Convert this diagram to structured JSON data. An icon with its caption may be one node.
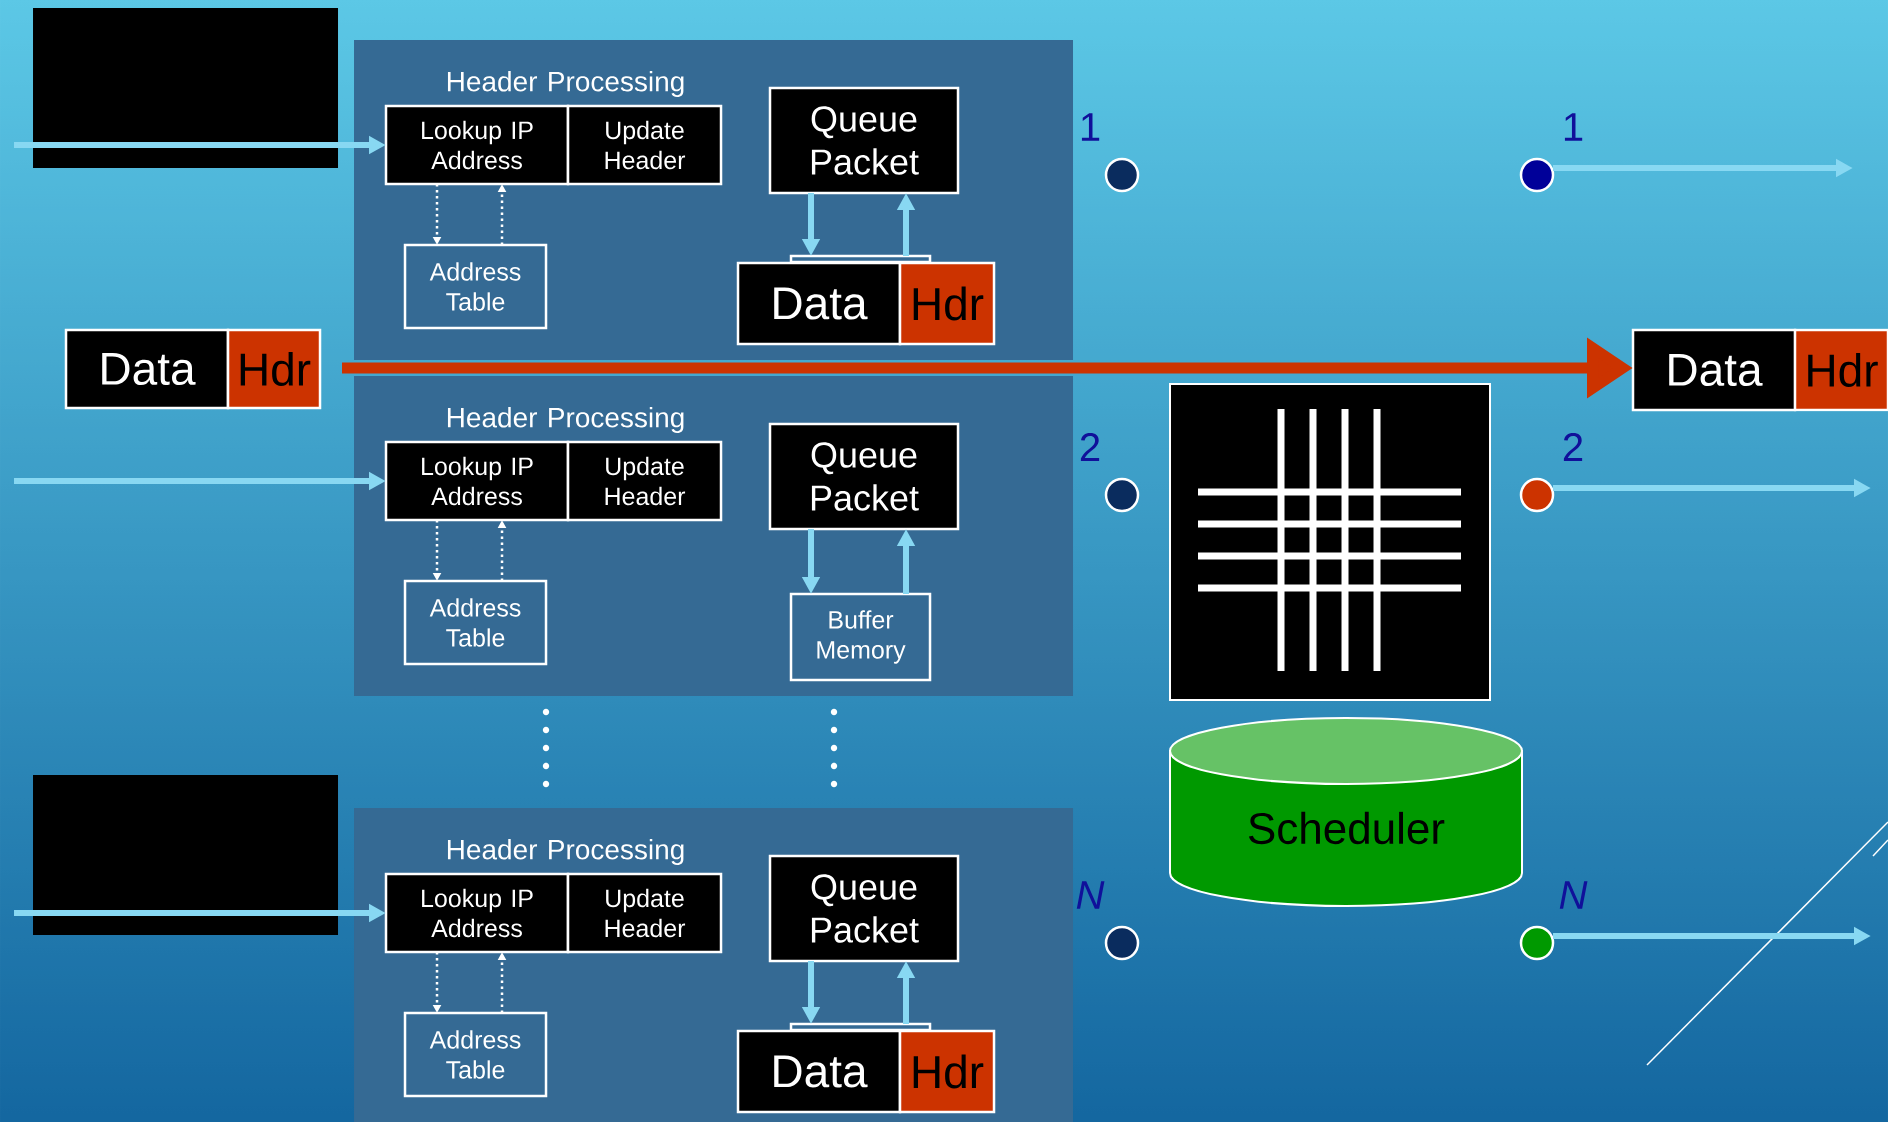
{
  "diagram": {
    "nodes": [
      {
        "text": [],
        "shape": "box"
      },
      {
        "text": [
          "Header Processing",
          "Lookup IP Address",
          "Update Header"
        ],
        "in": 0
      },
      {
        "text": [
          "Address Table"
        ],
        "in": 0
      },
      {
        "text": [
          "Queue Packet"
        ],
        "in": 0
      },
      {
        "text": [],
        "shape": "box",
        "in": 0
      },
      {
        "text": [
          "Data",
          "Hdr"
        ],
        "in": 0
      },
      {
        "text": [],
        "shape": "box"
      },
      {
        "text": [
          "Header Processing",
          "Lookup IP Address",
          "Update Header"
        ],
        "in": 6
      },
      {
        "text": [
          "Address Table"
        ],
        "in": 6
      },
      {
        "text": [
          "Queue Packet"
        ],
        "in": 6
      },
      {
        "text": [
          "Buffer Memory"
        ],
        "in": 6
      },
      {
        "text": [],
        "shape": "box"
      },
      {
        "text": [
          "Header Processing",
          "Lookup IP Address",
          "Update Header"
        ],
        "in": 11
      },
      {
        "text": [
          "Address Table"
        ],
        "in": 11
      },
      {
        "text": [
          "Queue Packet"
        ],
        "in": 11
      },
      {
        "text": [],
        "shape": "box",
        "in": 11
      },
      {
        "text": [
          "Data",
          "Hdr"
        ],
        "in": 11
      },
      {
        "text": [
          "Data",
          "Hdr"
        ]
      },
      {
        "text": [],
        "shape": "box"
      },
      {
        "text": [
          "Scheduler"
        ]
      },
      {
        "text": [],
        "shape": "circle",
        "beside": [
          "1"
        ]
      },
      {
        "text": [],
        "shape": "circle",
        "beside": [
          "2"
        ]
      },
      {
        "text": [],
        "shape": "circle",
        "beside": [
          "N"
        ]
      },
      {
        "text": [],
        "shape": "circle",
        "beside": [
          "1"
        ]
      },
      {
        "text": [],
        "shape": "circle",
        "beside": [
          "2"
        ]
      },
      {
        "text": [],
        "shape": "circle",
        "beside": [
          "N"
        ]
      },
      {
        "text": [
          "Data",
          "Hdr"
        ]
      }
    ],
    "edges": [
      {
        "from": null,
        "to": 1,
        "arrow": "to"
      },
      {
        "from": 1,
        "to": 2,
        "arrow": "to",
        "style": "dashed",
        "color": "#ffffff"
      },
      {
        "from": 2,
        "to": 1,
        "arrow": "to",
        "style": "dashed",
        "color": "#ffffff"
      },
      {
        "from": 3,
        "to": 4,
        "arrow": "to"
      },
      {
        "from": 4,
        "to": 3,
        "arrow": "to"
      },
      {
        "from": null,
        "to": 7,
        "arrow": "to"
      },
      {
        "from": 7,
        "to": 8,
        "arrow": "to",
        "style": "dashed",
        "color": "#ffffff"
      },
      {
        "from": 8,
        "to": 7,
        "arrow": "to",
        "style": "dashed",
        "color": "#ffffff"
      },
      {
        "from": 9,
        "to": 10,
        "arrow": "to"
      },
      {
        "from": 10,
        "to": 9,
        "arrow": "to"
      },
      {
        "from": null,
        "to": 12,
        "arrow": "to"
      },
      {
        "from": 12,
        "to": 13,
        "arrow": "to",
        "style": "dashed",
        "color": "#ffffff"
      },
      {
        "from": 13,
        "to": 12,
        "arrow": "to",
        "style": "dashed",
        "color": "#ffffff"
      },
      {
        "from": 14,
        "to": 15,
        "arrow": "to"
      },
      {
        "from": 15,
        "to": 14,
        "arrow": "to"
      },
      {
        "from": 17,
        "to": 26,
        "arrow": "to",
        "style": "thick",
        "color": "#cc3300"
      },
      {
        "from": 23,
        "to": null,
        "arrow": "to"
      },
      {
        "from": 24,
        "to": null,
        "arrow": "to"
      },
      {
        "from": 25,
        "to": null,
        "arrow": "to"
      }
    ]
  }
}
